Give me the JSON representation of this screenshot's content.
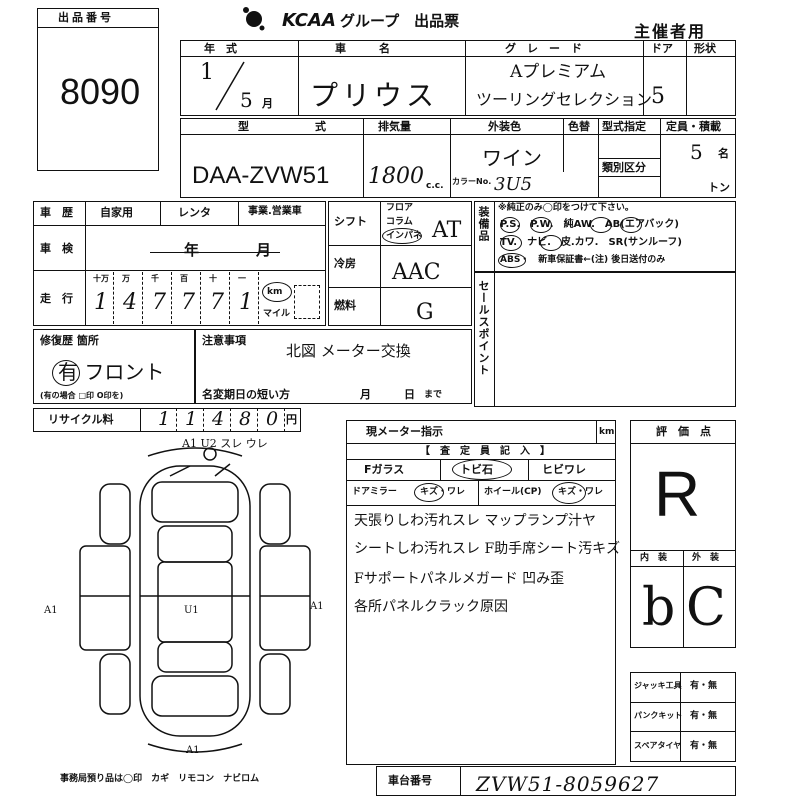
{
  "lot": {
    "label": "出品番号",
    "number": "8090"
  },
  "header": {
    "logo": "KCAA",
    "title": "グループ　出品票",
    "host": "主催者用"
  },
  "row1": {
    "year_label": "年　式",
    "year_value": "1",
    "month_value": "5",
    "month_unit": "月",
    "car_label": "車　　　名",
    "car_value": "プリウス",
    "grade_label": "グ　レ　ー　ド",
    "grade_line1": "Aプレミアム",
    "grade_line2": "ツーリングセレクション",
    "doors_label": "ドア",
    "doors_value": "5",
    "shape_label": "形状"
  },
  "row2": {
    "model_label": "型　　　　　　式",
    "model_value": "DAA-ZVW51",
    "disp_label": "排気量",
    "disp_value": "1800",
    "disp_unit": "c.c.",
    "color_label": "外装色",
    "color_value": "ワイン",
    "color_no_label": "カラーNo.",
    "color_no_value": "3U5",
    "iro_label": "色替",
    "type_label": "型式指定",
    "class_label": "類別区分",
    "capacity_label": "定員・積載",
    "capacity_value": "5",
    "capacity_unit": "名",
    "ton_unit": "トン"
  },
  "history": {
    "rireki_label": "車　歴",
    "private_label": "自家用",
    "rental_label": "レンタ",
    "business_label": "事業.営業車",
    "shaken_label": "車　検",
    "shaken_year": "年",
    "shaken_month": "月",
    "mileage_label": "走　行",
    "digit_labels": [
      "十万",
      "万",
      "千",
      "百",
      "十",
      "一"
    ],
    "digits": [
      "1",
      "4",
      "7",
      "7",
      "7",
      "1"
    ],
    "km_label": "km",
    "mile_label": "マイル"
  },
  "specs": {
    "shift_label": "シフト",
    "shift_opts": [
      "フロア",
      "コラム",
      "インパネ"
    ],
    "shift_value": "AT",
    "ac_label": "冷房",
    "ac_value": "AAC",
    "fuel_label": "燃料",
    "fuel_value": "G"
  },
  "equipment": {
    "label": "装備品",
    "note": "※純正のみ◯印をつけて下さい。",
    "line1": "P.S.　P.W.　純AW.　AB(エアバック)",
    "line2": "TV.　ナビ.　皮.カワ.　SR(サンルーフ)",
    "line3": "ABS・　新車保証書←(注) 後日送付のみ"
  },
  "sales_point": {
    "label": "セールスポイント"
  },
  "repair": {
    "label": "修復歴 箇所",
    "value": "有 フロント",
    "sub": "(有の場合 □印 O印を)"
  },
  "notes": {
    "label": "注意事項",
    "value": "北図 メーター交換",
    "name_change_label": "名変期日の短い方",
    "month": "月",
    "day": "日",
    "made": "まで"
  },
  "recycle": {
    "label": "リサイクル料",
    "digits": [
      "1",
      "1",
      "4",
      "8",
      "0"
    ],
    "unit": "円"
  },
  "diagram": {
    "marks": [
      "A1 U2 スレ ウレ",
      "A1",
      "U1",
      "A1",
      "A1"
    ]
  },
  "meter": {
    "label": "現メーター指示",
    "unit": "km",
    "inspect": "【　査　定　員　記　入　】",
    "glass_label": "Fガラス",
    "tobi": "トビ石",
    "hibi": "ヒビワレ",
    "mirror_label": "ドアミラー",
    "kizu1": "キズ・ワレ",
    "wheel_label": "ホイール(CP)",
    "kizu2": "キズ・ワレ",
    "lines": [
      "天張りしわ汚れスレ マップランプ汁ヤ",
      "シートしわ汚れスレ F助手席シート汚キズ",
      "Fサポートパネルメガード 凹み歪",
      "各所パネルクラック原因"
    ]
  },
  "score": {
    "label": "評　価　点",
    "value": "R",
    "interior_label": "内　装",
    "exterior_label": "外　装",
    "interior_value": "b",
    "exterior_value": "C"
  },
  "tools": [
    {
      "label": "ジャッキ工具",
      "value": "有・無"
    },
    {
      "label": "パンクキット",
      "value": "有・無"
    },
    {
      "label": "スペアタイヤ",
      "value": "有・無"
    }
  ],
  "footer": {
    "office_note": "事務局預り品は◯印　カギ　リモコン　ナビロム",
    "chassis_label": "車台番号",
    "chassis_value": "ZVW51-8059627"
  }
}
